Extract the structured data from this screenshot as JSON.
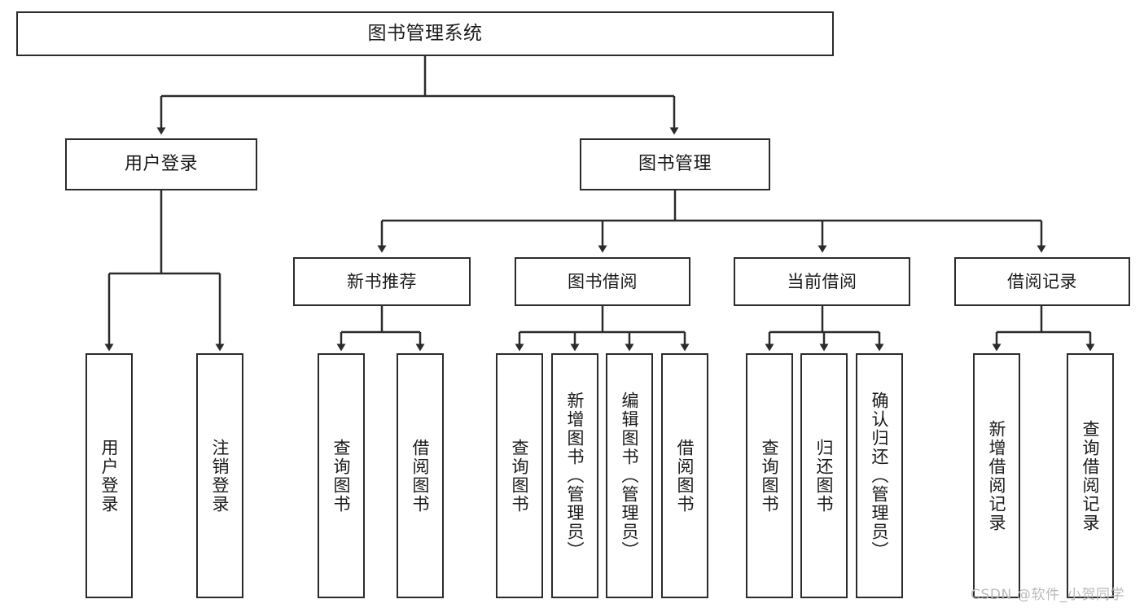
{
  "diagram": {
    "title": "图书管理系统",
    "type": "tree-hierarchy-diagram",
    "watermark": "CSDN @软件_小贺同学",
    "colors": {
      "box_border": "#2b2b2b",
      "box_fill": "#ffffff",
      "edge": "#2b2b2b",
      "text": "#1a1a1a",
      "watermark": "#b9b9b9",
      "background": "#ffffff"
    }
  },
  "nodes": {
    "root": {
      "label": "图书管理系统"
    },
    "level1": [
      {
        "id": "user-login",
        "label": "用户登录"
      },
      {
        "id": "book-management",
        "label": "图书管理"
      }
    ],
    "level2": [
      {
        "id": "new-book-recommend",
        "label": "新书推荐"
      },
      {
        "id": "book-borrow",
        "label": "图书借阅"
      },
      {
        "id": "current-borrow",
        "label": "当前借阅"
      },
      {
        "id": "borrow-record",
        "label": "借阅记录"
      }
    ],
    "leaves": {
      "user-login": [
        {
          "id": "leaf-user-login",
          "label": "用户登录"
        },
        {
          "id": "leaf-user-logout",
          "label": "注销登录"
        }
      ],
      "new-book-recommend": [
        {
          "id": "leaf-query-book-1",
          "label": "查询图书"
        },
        {
          "id": "leaf-borrow-book-1",
          "label": "借阅图书"
        }
      ],
      "book-borrow": [
        {
          "id": "leaf-query-book-2",
          "label": "查询图书"
        },
        {
          "id": "leaf-add-book",
          "label": "新增图书（管理员）"
        },
        {
          "id": "leaf-edit-book",
          "label": "编辑图书（管理员）"
        },
        {
          "id": "leaf-borrow-book-2",
          "label": "借阅图书"
        }
      ],
      "current-borrow": [
        {
          "id": "leaf-query-book-3",
          "label": "查询图书"
        },
        {
          "id": "leaf-return-book",
          "label": "归还图书"
        },
        {
          "id": "leaf-confirm-return",
          "label": "确认归还（管理员）"
        }
      ],
      "borrow-record": [
        {
          "id": "leaf-add-record",
          "label": "新增借阅记录"
        },
        {
          "id": "leaf-query-record",
          "label": "查询借阅记录"
        }
      ]
    }
  }
}
